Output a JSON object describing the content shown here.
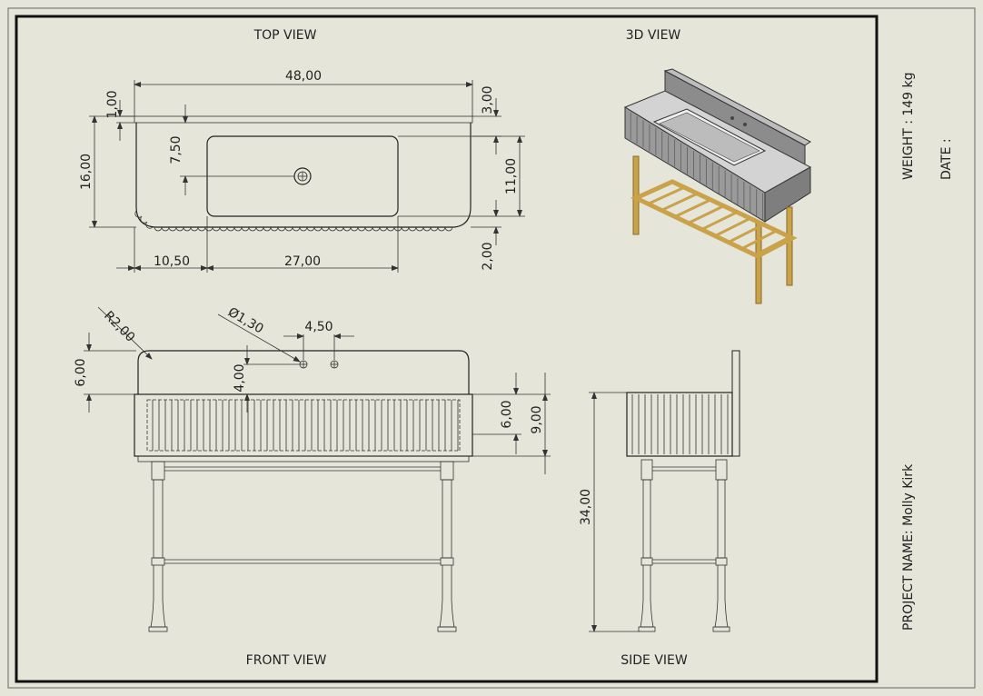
{
  "views": {
    "top": "TOP VIEW",
    "iso": "3D VIEW",
    "front": "FRONT VIEW",
    "side": "SIDE VIEW"
  },
  "title_block": {
    "weight": "WEIGHT : 149 kg",
    "date": "DATE :",
    "project": "PROJECT NAME:  Molly Kirk"
  },
  "dimensions": {
    "top_width": "48,00",
    "top_backsplash": "1,00",
    "top_right_gap": "3,00",
    "top_depth": "16,00",
    "top_basin_offset": "7,50",
    "top_basin_depth": "11,00",
    "top_front_lip": "2,00",
    "top_left_offset": "10,50",
    "top_basin_width": "27,00",
    "front_radius": "R2,00",
    "front_hole_dia": "Ø1,30",
    "front_hole_spacing": "4,50",
    "front_splash_height": "6,00",
    "front_hole_height": "4,00",
    "front_apron_6": "6,00",
    "front_apron_9": "9,00",
    "side_height": "34,00"
  },
  "colors": {
    "background": "#e6e5d9",
    "line": "#222222",
    "brass": "#c9a24a"
  }
}
